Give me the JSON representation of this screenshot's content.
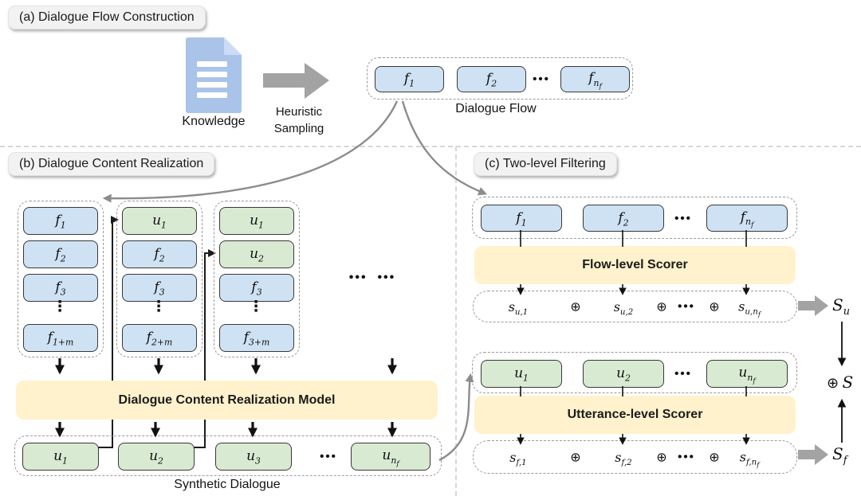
{
  "colors": {
    "flow_box_fill": "#cfe2f3",
    "utterance_box_fill": "#d9ead3",
    "scorer_fill": "#fff2cc",
    "label_chip_fill": "#f2f2f2",
    "fat_arrow_grey": "#a3a3a3",
    "connector_grey": "#8c8c8c",
    "box_border": "#383838",
    "dashed_border": "#9a9a9a"
  },
  "panel_a": {
    "label": "(a) Dialogue Flow Construction",
    "knowledge_caption": "Knowledge",
    "sampling_caption_line1": "Heuristic",
    "sampling_caption_line2": "Sampling",
    "flow_caption": "Dialogue Flow",
    "flow_boxes": [
      {
        "base": "f",
        "sub": "1"
      },
      {
        "base": "f",
        "sub": "2"
      },
      {
        "base": "f",
        "sub": "n",
        "subsub": "f"
      }
    ],
    "ellipsis": "•••"
  },
  "panel_b": {
    "label": "(b) Dialogue Content Realization",
    "columns": [
      {
        "rows": [
          {
            "base": "f",
            "sub": "1"
          },
          {
            "base": "f",
            "sub": "2"
          },
          {
            "base": "f",
            "sub": "3"
          },
          {
            "base": "f",
            "sub": "1+m"
          }
        ]
      },
      {
        "rows": [
          {
            "base": "u",
            "sub": "1"
          },
          {
            "base": "f",
            "sub": "2"
          },
          {
            "base": "f",
            "sub": "3"
          },
          {
            "base": "f",
            "sub": "2+m"
          }
        ]
      },
      {
        "rows": [
          {
            "base": "u",
            "sub": "1"
          },
          {
            "base": "u",
            "sub": "2"
          },
          {
            "base": "f",
            "sub": "3"
          },
          {
            "base": "f",
            "sub": "3+m"
          }
        ]
      }
    ],
    "vertical_ellipsis": "⋮",
    "middle_ellipsis": "•••  •••",
    "model_label": "Dialogue Content Realization Model",
    "output_boxes": [
      {
        "base": "u",
        "sub": "1"
      },
      {
        "base": "u",
        "sub": "2"
      },
      {
        "base": "u",
        "sub": "3"
      },
      {
        "base": "u",
        "sub": "n",
        "subsub": "f"
      }
    ],
    "output_ellipsis": "•••",
    "output_caption": "Synthetic Dialogue"
  },
  "panel_c": {
    "label": "(c) Two-level Filtering",
    "flow_boxes": [
      {
        "base": "f",
        "sub": "1"
      },
      {
        "base": "f",
        "sub": "2"
      },
      {
        "base": "f",
        "sub": "n",
        "subsub": "f"
      }
    ],
    "flow_ellipsis": "•••",
    "flow_scorer_label": "Flow-level Scorer",
    "flow_scores": [
      {
        "base": "s",
        "sub": "u,1"
      },
      {
        "plain": "⊕"
      },
      {
        "base": "s",
        "sub": "u,2"
      },
      {
        "plain": "⊕"
      },
      {
        "plain": "•••"
      },
      {
        "plain": "⊕"
      },
      {
        "base": "s",
        "sub": "u,n",
        "subsub": "f"
      }
    ],
    "flow_total": {
      "base": "S",
      "sub": "u"
    },
    "utt_boxes": [
      {
        "base": "u",
        "sub": "1"
      },
      {
        "base": "u",
        "sub": "2"
      },
      {
        "base": "u",
        "sub": "n",
        "subsub": "f"
      }
    ],
    "utt_ellipsis": "•••",
    "utt_scorer_label": "Utterance-level Scorer",
    "utt_scores": [
      {
        "base": "s",
        "sub": "f,1"
      },
      {
        "plain": "⊕"
      },
      {
        "base": "s",
        "sub": "f,2"
      },
      {
        "plain": "⊕"
      },
      {
        "plain": "•••"
      },
      {
        "plain": "⊕"
      },
      {
        "base": "s",
        "sub": "f,n",
        "subsub": "f"
      }
    ],
    "utt_total": {
      "base": "S",
      "sub": "f"
    },
    "combine": {
      "oplus": "⊕",
      "base": "S"
    }
  }
}
